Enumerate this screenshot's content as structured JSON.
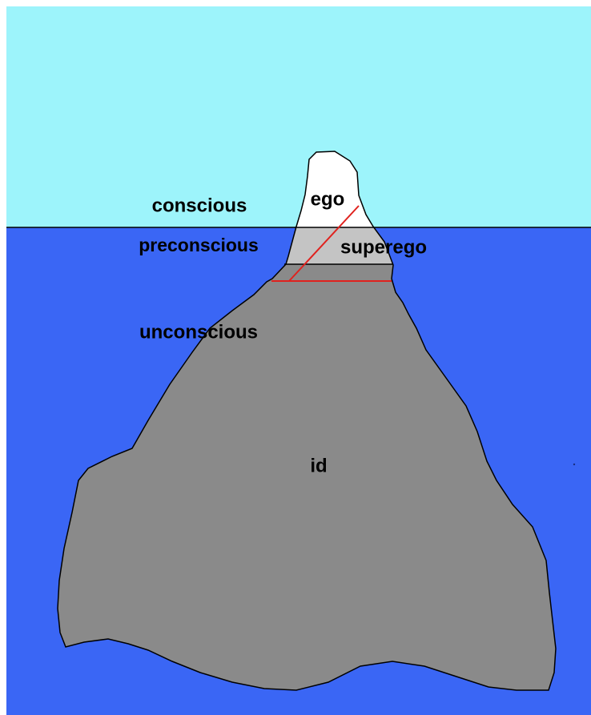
{
  "colors": {
    "sky": "#9DF4FB",
    "water": "#3A66F5",
    "iceberg_underwater": "#8A8A8A",
    "iceberg_above": "#FFFFFF",
    "preconscious_band": "#C4C4C4",
    "divider_lines": "#E0221E",
    "outline": "#000000",
    "frame": "#FFFFFF"
  },
  "levels": {
    "conscious": "conscious",
    "preconscious": "preconscious",
    "unconscious": "unconscious"
  },
  "parts": {
    "ego": "ego",
    "superego": "superego",
    "id": "id"
  }
}
